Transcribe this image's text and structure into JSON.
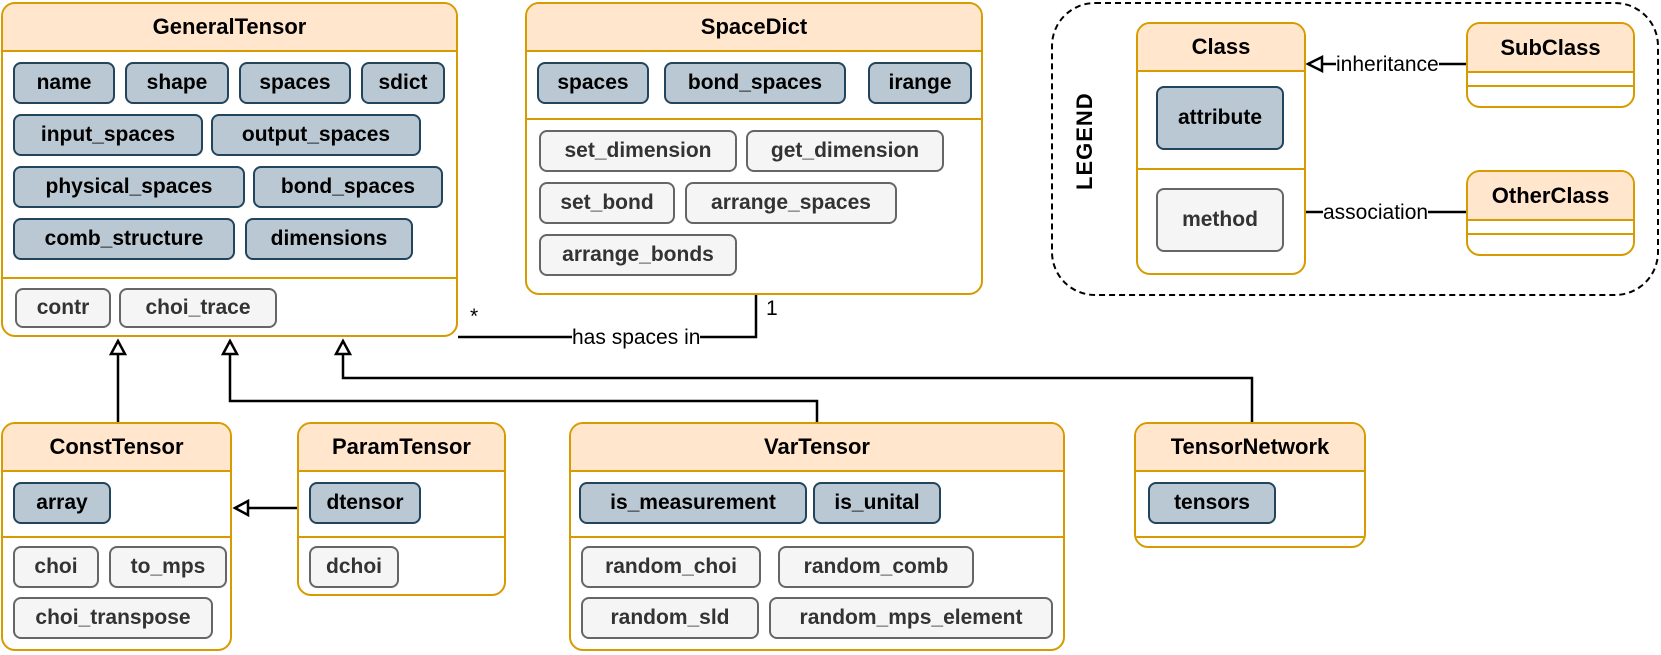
{
  "classes": {
    "general_tensor": {
      "name": "GeneralTensor",
      "attributes": [
        "name",
        "shape",
        "spaces",
        "sdict",
        "input_spaces",
        "output_spaces",
        "physical_spaces",
        "bond_spaces",
        "comb_structure",
        "dimensions"
      ],
      "methods": [
        "contr",
        "choi_trace"
      ]
    },
    "space_dict": {
      "name": "SpaceDict",
      "attributes": [
        "spaces",
        "bond_spaces",
        "irange"
      ],
      "methods": [
        "set_dimension",
        "get_dimension",
        "set_bond",
        "arrange_spaces",
        "arrange_bonds"
      ]
    },
    "const_tensor": {
      "name": "ConstTensor",
      "attributes": [
        "array"
      ],
      "methods": [
        "choi",
        "to_mps",
        "choi_transpose"
      ]
    },
    "param_tensor": {
      "name": "ParamTensor",
      "attributes": [
        "dtensor"
      ],
      "methods": [
        "dchoi"
      ]
    },
    "var_tensor": {
      "name": "VarTensor",
      "attributes": [
        "is_measurement",
        "is_unital"
      ],
      "methods": [
        "random_choi",
        "random_comb",
        "random_sld",
        "random_mps_element"
      ]
    },
    "tensor_network": {
      "name": "TensorNetwork",
      "attributes": [
        "tensors"
      ],
      "methods": []
    }
  },
  "association": {
    "label": "has spaces in",
    "multiplicity_source": "*",
    "multiplicity_target": "1"
  },
  "legend": {
    "title": "LEGEND",
    "class_name": "Class",
    "attribute": "attribute",
    "method": "method",
    "subclass": "SubClass",
    "otherclass": "OtherClass",
    "inheritance_label": "inheritance",
    "association_label": "association"
  },
  "colors": {
    "class_border": "#d79b00",
    "class_header": "#ffe6cc",
    "attribute_fill": "#bac8d3",
    "attribute_border": "#23445d",
    "method_fill": "#f5f5f5",
    "method_border": "#666666"
  }
}
